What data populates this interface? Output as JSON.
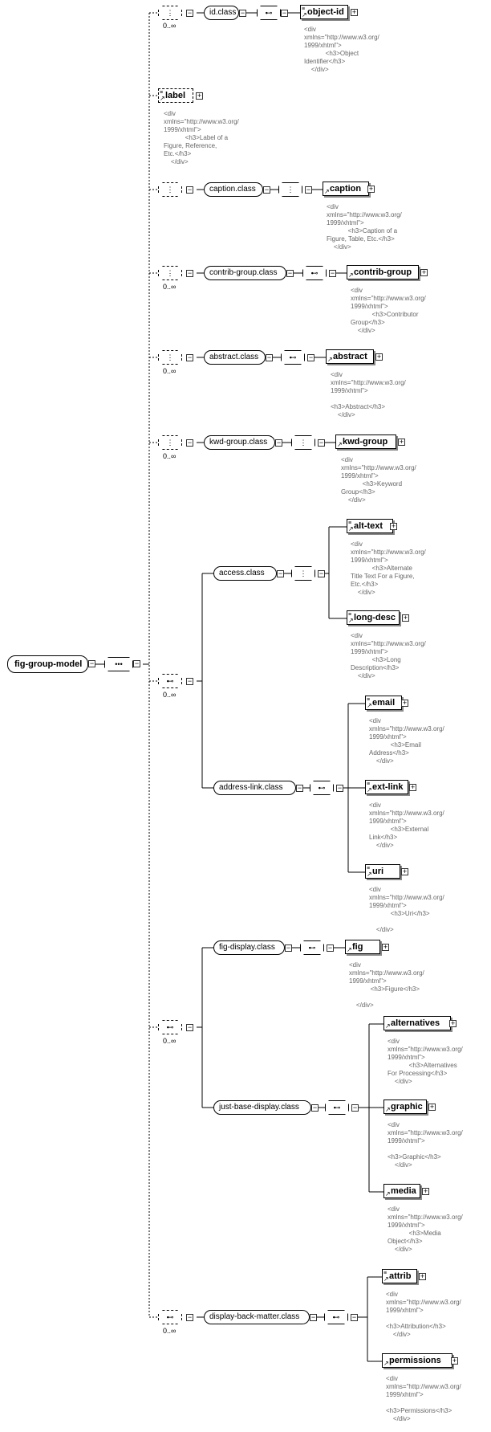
{
  "root": {
    "label": "fig-group-model"
  },
  "occurrence": "0..∞",
  "sequence_glyph": "•••",
  "choice_glyph": "⊷",
  "all_glyph": "⋮",
  "expand_glyph": "+",
  "collapse_glyph": "−",
  "element_mark": "≡",
  "element_arrow": "↗",
  "groups": {
    "id_class": "id.class",
    "caption_class": "caption.class",
    "contrib_group_class": "contrib-group.class",
    "abstract_class": "abstract.class",
    "kwd_group_class": "kwd-group.class",
    "access_class": "access.class",
    "address_link_class": "address-link.class",
    "fig_display_class": "fig-display.class",
    "just_base_display_class": "just-base-display.class",
    "display_back_matter_class": "display-back-matter.class"
  },
  "elements": {
    "object_id": "object-id",
    "label": "label",
    "caption": "caption",
    "contrib_group": "contrib-group",
    "abstract": "abstract",
    "kwd_group": "kwd-group",
    "alt_text": "alt-text",
    "long_desc": "long-desc",
    "email": "email",
    "ext_link": "ext-link",
    "uri": "uri",
    "fig": "fig",
    "alternatives": "alternatives",
    "graphic": "graphic",
    "media": "media",
    "attrib": "attrib",
    "permissions": "permissions"
  },
  "docs": {
    "object_id": "<div\nxmlns=\"http://www.w3.org/\n1999/xhtml\">\n            <h3>Object\nIdentifier</h3>\n    </div>",
    "label": "<div\nxmlns=\"http://www.w3.org/\n1999/xhtml\">\n            <h3>Label of a\nFigure, Reference,\nEtc.</h3>\n    </div>",
    "caption": "<div\nxmlns=\"http://www.w3.org/\n1999/xhtml\">\n            <h3>Caption of a\nFigure, Table, Etc.</h3>\n    </div>",
    "contrib_group": "<div\nxmlns=\"http://www.w3.org/\n1999/xhtml\">\n            <h3>Contributor\nGroup</h3>\n    </div>",
    "abstract": "<div\nxmlns=\"http://www.w3.org/\n1999/xhtml\">\n\n<h3>Abstract</h3>\n    </div>",
    "kwd_group": "<div\nxmlns=\"http://www.w3.org/\n1999/xhtml\">\n            <h3>Keyword\nGroup</h3>\n    </div>",
    "alt_text": "<div\nxmlns=\"http://www.w3.org/\n1999/xhtml\">\n            <h3>Alternate\nTitle Text For a Figure,\nEtc.</h3>\n    </div>",
    "long_desc": "<div\nxmlns=\"http://www.w3.org/\n1999/xhtml\">\n            <h3>Long\nDescription</h3>\n    </div>",
    "email": "<div\nxmlns=\"http://www.w3.org/\n1999/xhtml\">\n            <h3>Email\nAddress</h3>\n    </div>",
    "ext_link": "<div\nxmlns=\"http://www.w3.org/\n1999/xhtml\">\n            <h3>External\nLink</h3>\n    </div>",
    "uri": "<div\nxmlns=\"http://www.w3.org/\n1999/xhtml\">\n            <h3>Uri</h3>\n\n    </div>",
    "fig": "<div\nxmlns=\"http://www.w3.org/\n1999/xhtml\">\n            <h3>Figure</h3>\n\n    </div>",
    "alternatives": "<div\nxmlns=\"http://www.w3.org/\n1999/xhtml\">\n            <h3>Alternatives\nFor Processing</h3>\n    </div>",
    "graphic": "<div\nxmlns=\"http://www.w3.org/\n1999/xhtml\">\n\n<h3>Graphic</h3>\n    </div>",
    "media": "<div\nxmlns=\"http://www.w3.org/\n1999/xhtml\">\n            <h3>Media\nObject</h3>\n    </div>",
    "attrib": "<div\nxmlns=\"http://www.w3.org/\n1999/xhtml\">\n\n<h3>Attribution</h3>\n    </div>",
    "permissions": "<div\nxmlns=\"http://www.w3.org/\n1999/xhtml\">\n\n<h3>Permissions</h3>\n    </div>"
  }
}
